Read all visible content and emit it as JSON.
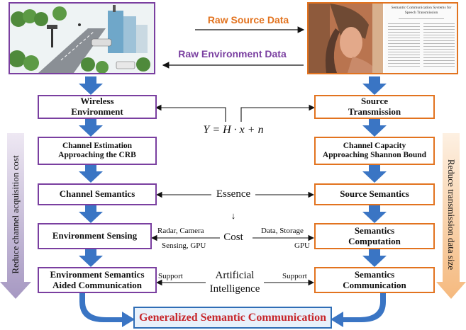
{
  "top": {
    "raw_source_label": "Raw Source Data",
    "raw_env_label": "Raw Environment Data",
    "paper_title_line1": "Semantic Communication Systems for",
    "paper_title_line2": "Speech Transmission"
  },
  "left_column": {
    "wireless_env": [
      "Wireless",
      "Environment"
    ],
    "channel_est": [
      "Channel Estimation",
      "Approaching the CRB"
    ],
    "channel_sem": "Channel Semantics",
    "env_sensing": "Environment Sensing",
    "env_sem_aided": [
      "Environment Semantics",
      "Aided Communication"
    ]
  },
  "right_column": {
    "source_tx": [
      "Source",
      "Transmission"
    ],
    "channel_cap": [
      "Channel Capacity",
      "Approaching Shannon Bound"
    ],
    "source_sem": "Source Semantics",
    "sem_comp": [
      "Semantics",
      "Computation"
    ],
    "sem_comm": [
      "Semantics",
      "Communication"
    ]
  },
  "middle": {
    "equation": "Y = H · x + n",
    "essence": "Essence",
    "cost": "Cost",
    "down_arrow": "↓",
    "ai_line1": "Artificial",
    "ai_line2": "Intelligence",
    "radar_camera": "Radar, Camera",
    "sensing_gpu": "Sensing, GPU",
    "data_storage": "Data, Storage",
    "gpu": "GPU",
    "support_left": "Support",
    "support_right": "Support"
  },
  "side": {
    "left_label": "Reduce channel acquisition cost",
    "right_label": "Reduce transmission data size"
  },
  "final_label": "Generalized Semantic Communication",
  "colors": {
    "purple": "#7a3fa0",
    "orange": "#e2731f",
    "blue_arrow": "#3a75c4",
    "final_text": "#c7272c"
  }
}
